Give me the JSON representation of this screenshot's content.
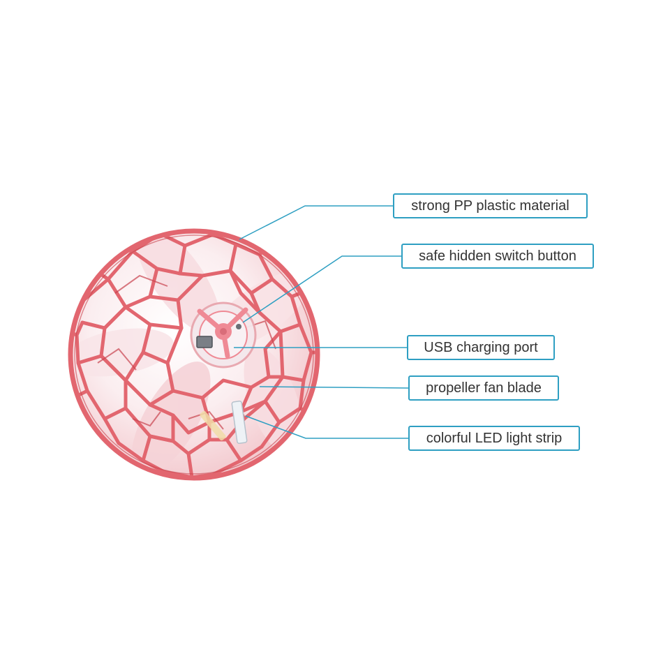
{
  "image": {
    "subject": "red-mesh-flying-ball-icon"
  },
  "colors": {
    "mesh": "#e2666f",
    "mesh_dark": "#c9444f",
    "blade": "#f8dde1",
    "hub": "#ef8a95",
    "callout_border": "#2e9fc2",
    "leader_line": "#2e9fc2",
    "text": "#333333"
  },
  "callouts": [
    {
      "id": "material",
      "label": "strong PP plastic material"
    },
    {
      "id": "switch",
      "label": "safe hidden switch button"
    },
    {
      "id": "usb",
      "label": "USB charging port"
    },
    {
      "id": "blade",
      "label": "propeller fan blade"
    },
    {
      "id": "led",
      "label": "colorful LED light strip"
    }
  ]
}
